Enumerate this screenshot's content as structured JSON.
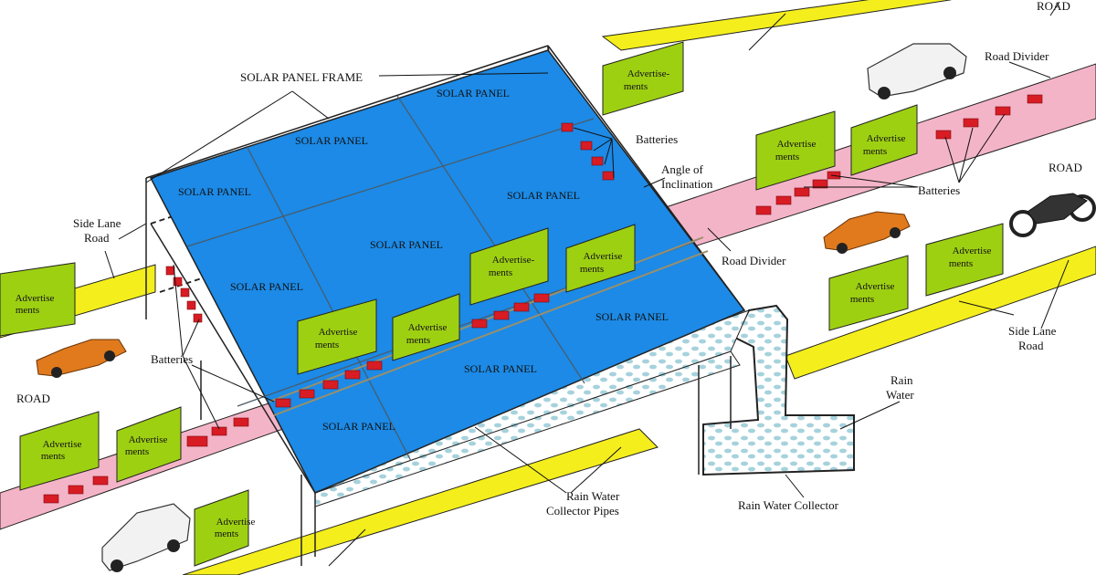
{
  "labels": {
    "road": "ROAD",
    "road_divider": "Road Divider",
    "solar_panel_frame": "SOLAR PANEL FRAME",
    "solar_panel": "SOLAR PANEL",
    "batteries": "Batteries",
    "angle_line1": "Angle of",
    "angle_line2": "Inclination",
    "side_lane_line1": "Side Lane",
    "side_lane_line2": "Road",
    "rain_water_line1": "Rain",
    "rain_water_line2": "Water",
    "collector_pipes_line1": "Rain Water",
    "collector_pipes_line2": "Collector Pipes",
    "rain_water_collector": "Rain Water Collector",
    "ad_line1": "Advertise",
    "ad_line2": "ments",
    "ad_alt_line1": "Advertise-",
    "ad_alt_line2": "ments"
  },
  "colors": {
    "solar_panel": "#1c8ae6",
    "road_shoulder": "#f4ee1c",
    "road_divider": "#f4b4c8",
    "advertisement": "#9ed012",
    "battery": "#d81c24",
    "water": "#a6d2dc",
    "car": "#e07a1c",
    "van": "#f2f2f2"
  }
}
